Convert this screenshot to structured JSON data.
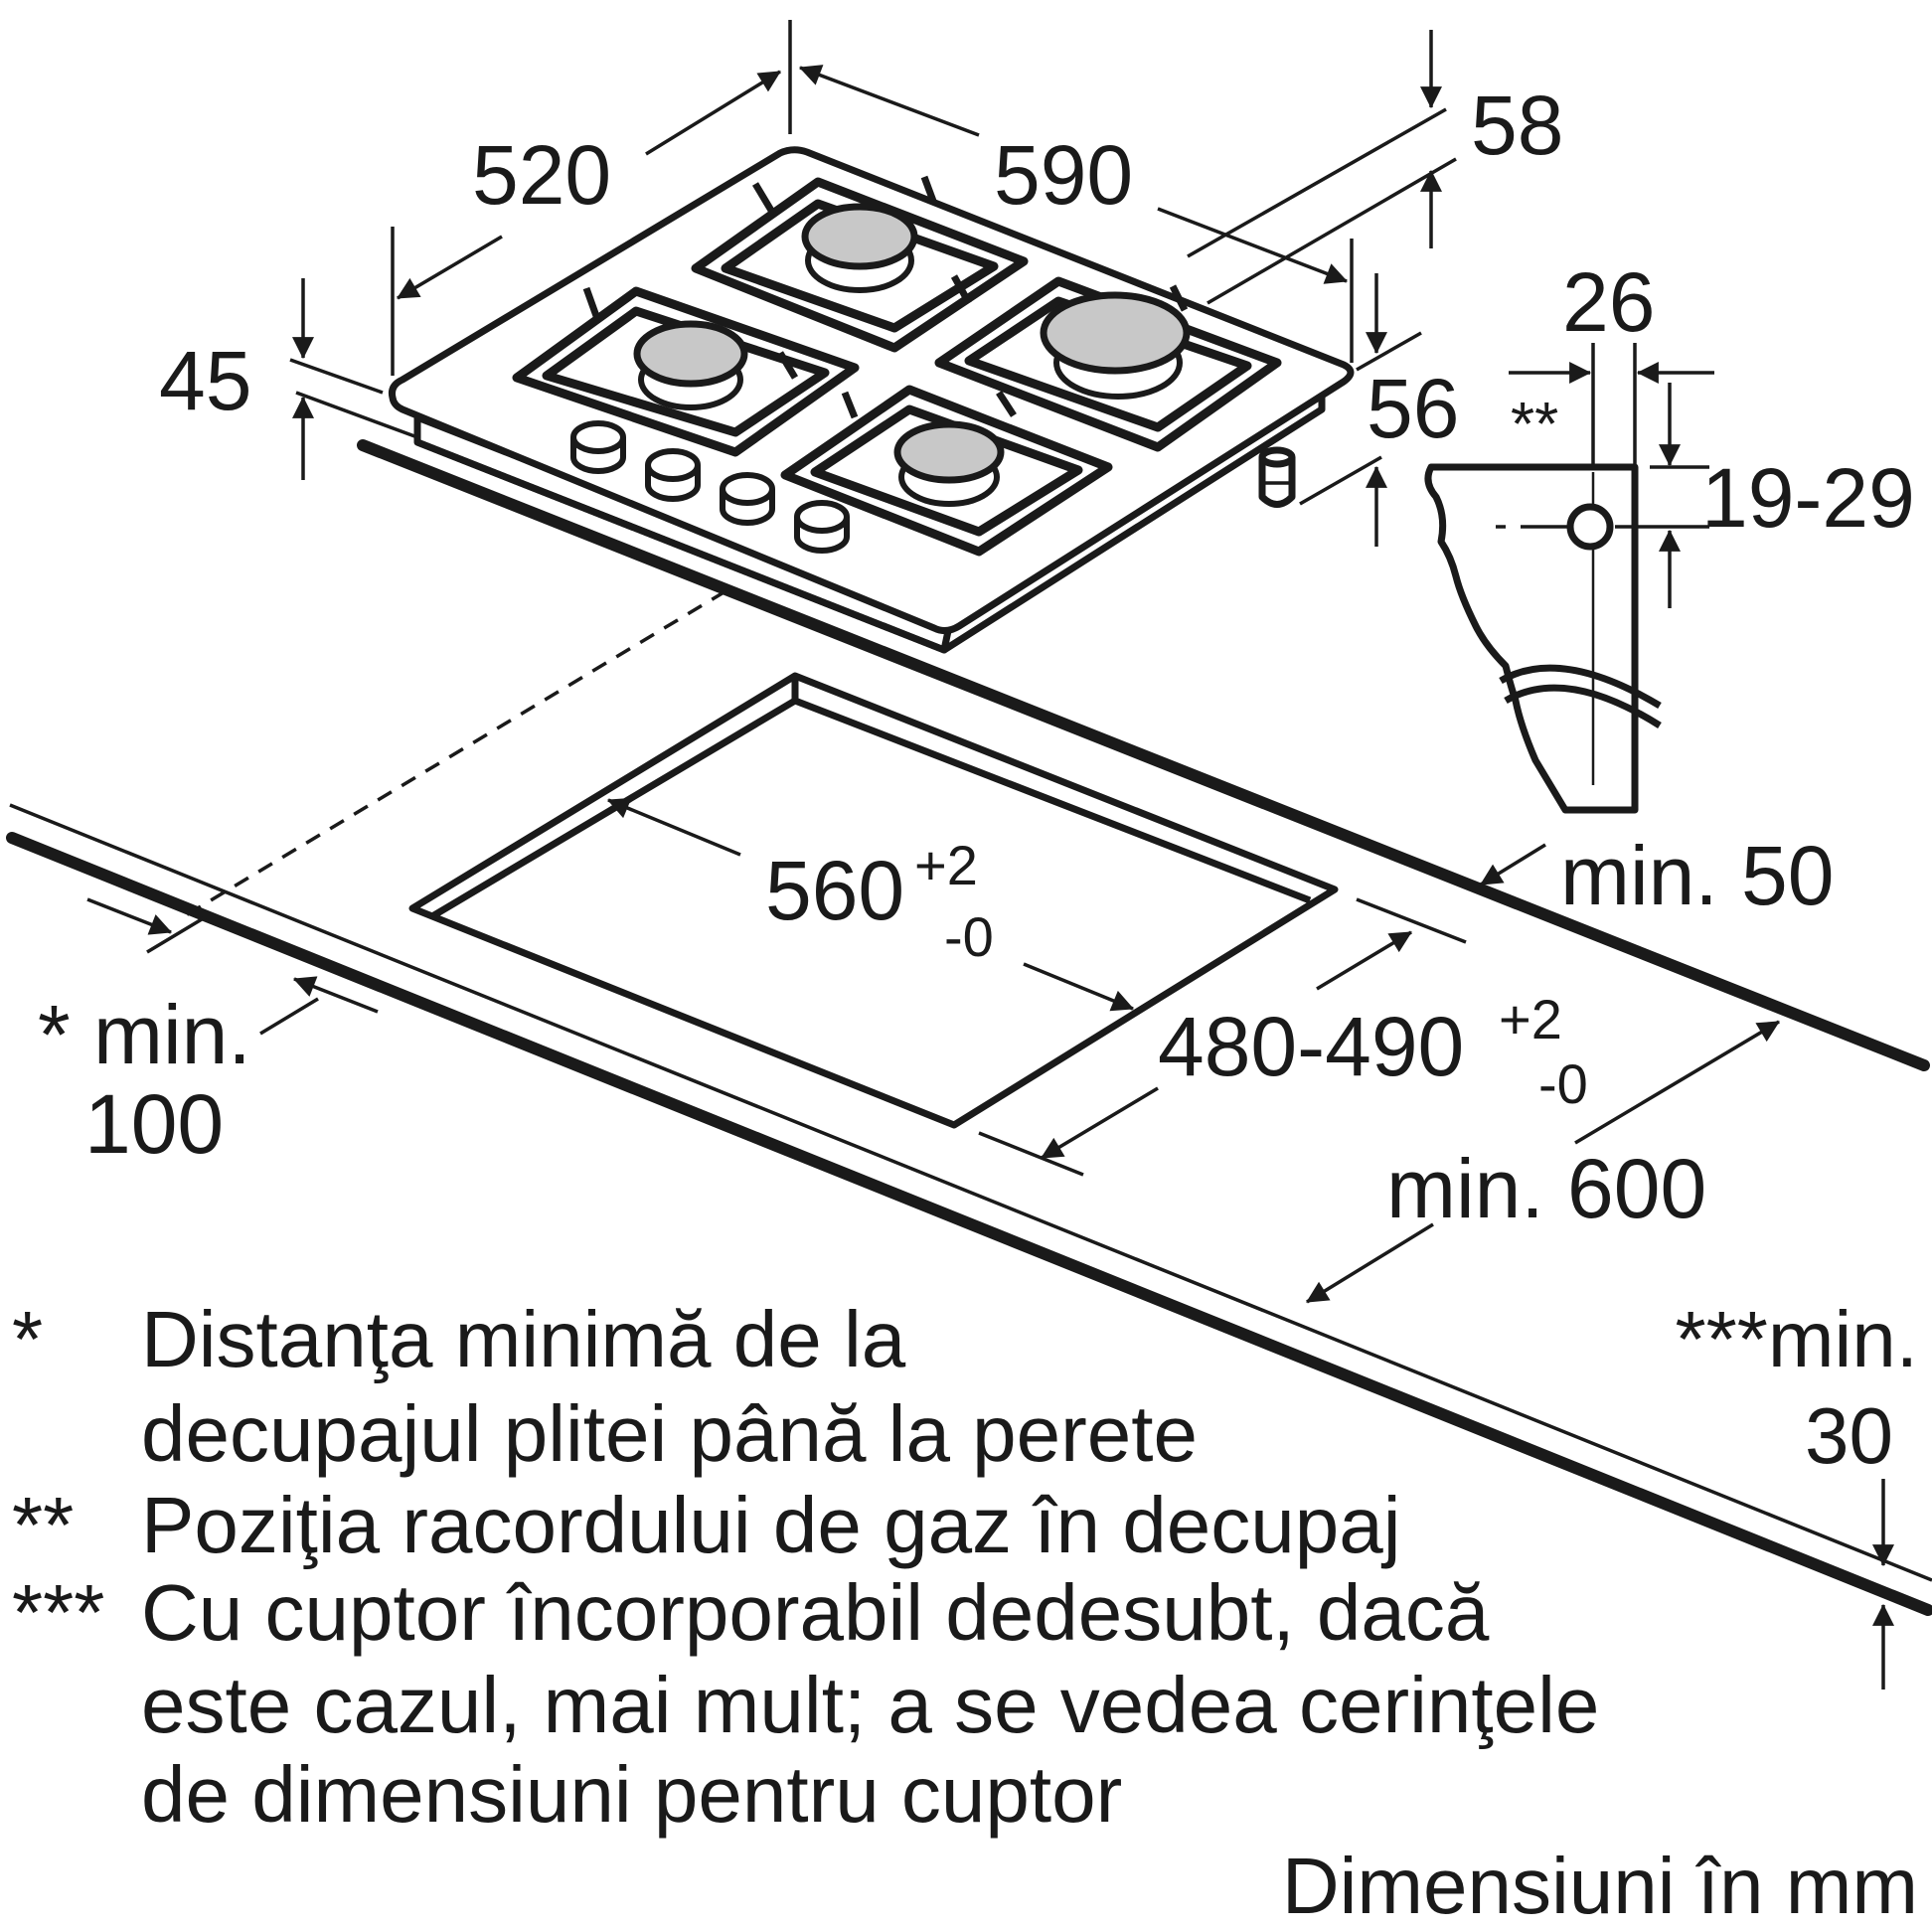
{
  "dimensions": {
    "d520": "520",
    "d590": "590",
    "d58": "58",
    "d45": "45",
    "d56": "56",
    "d26": "26",
    "d19_29": "19-29",
    "double_star": "**",
    "cutout_width": "560",
    "cutout_width_tol_plus": "+2",
    "cutout_width_tol_minus": "-0",
    "cutout_depth": "480-490",
    "cutout_depth_tol_plus": "+2",
    "cutout_depth_tol_minus": "-0",
    "min50": "min. 50",
    "min100_line1": "* min.",
    "min100_line2": "100",
    "min600": "min. 600",
    "min30_line1": "***min.",
    "min30_line2": "30"
  },
  "notes": [
    {
      "mark": "*",
      "lines": [
        "Distanţa minimă de la",
        "decupajul plitei până la perete"
      ]
    },
    {
      "mark": "**",
      "lines": [
        "Poziţia racordului de gaz în decupaj"
      ]
    },
    {
      "mark": "***",
      "lines": [
        "Cu cuptor încorporabil dedesubt, dacă",
        "este cazul, mai mult; a se vedea cerinţele",
        "de dimensiuni pentru cuptor"
      ]
    }
  ],
  "footer": "Dimensiuni în mm"
}
